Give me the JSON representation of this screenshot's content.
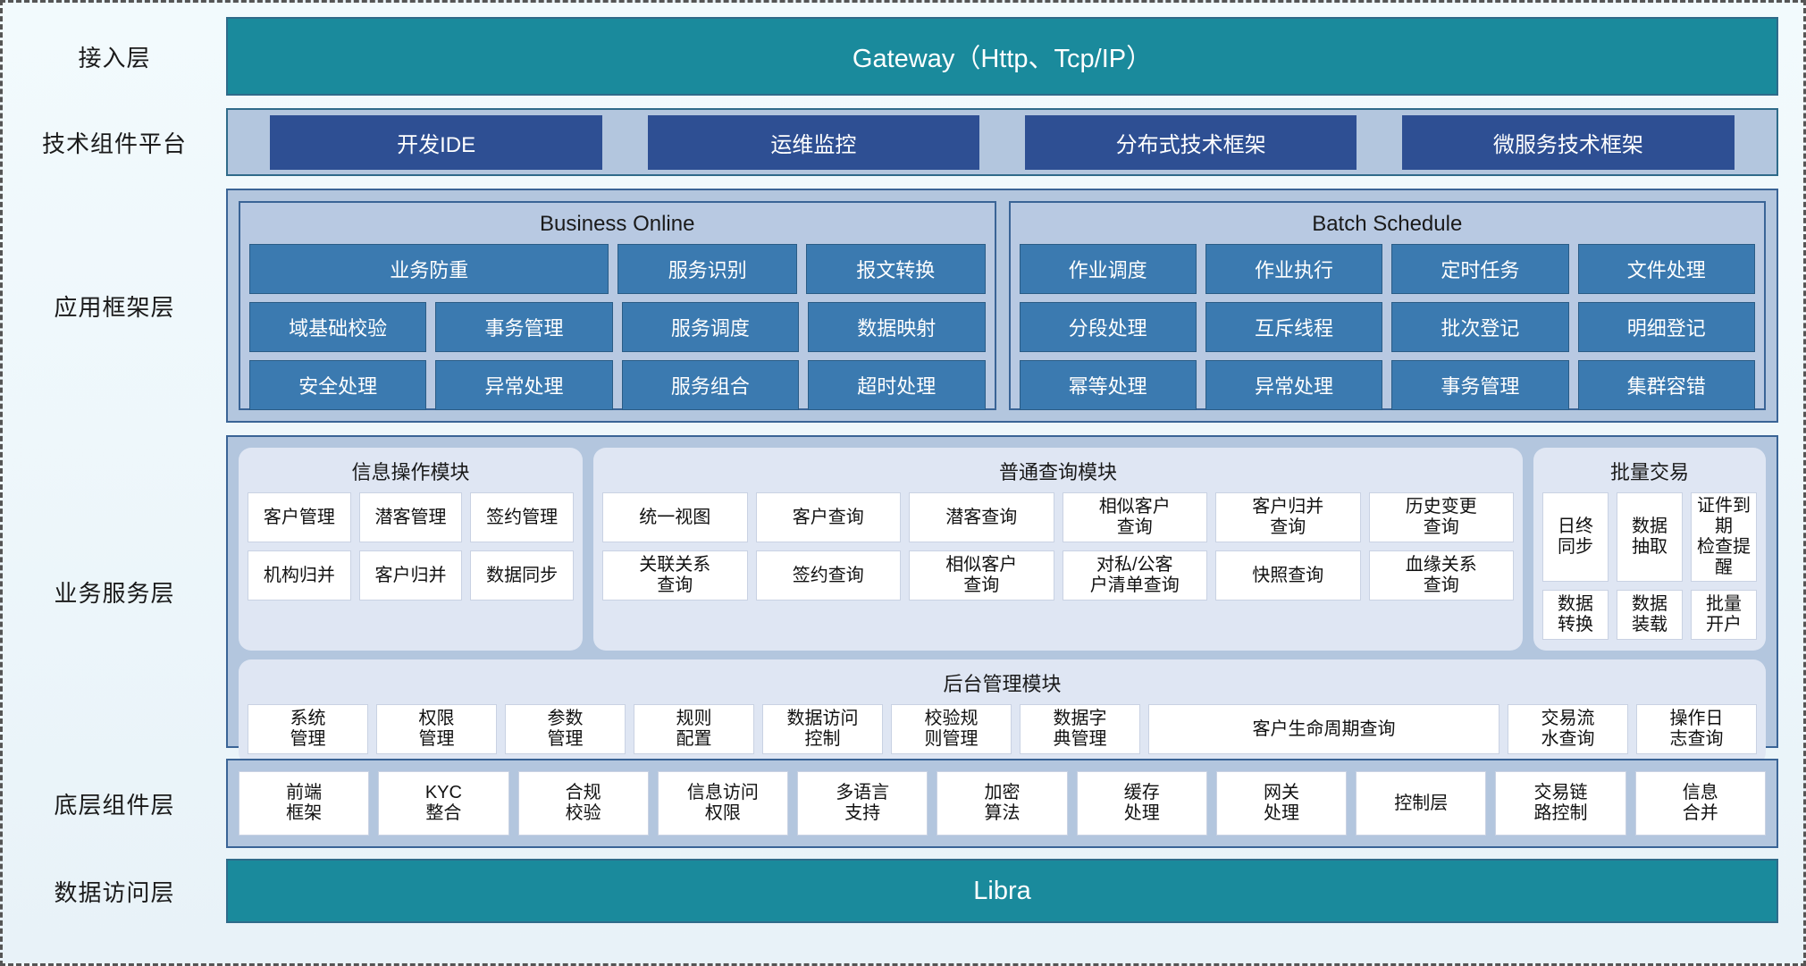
{
  "layers": {
    "access": {
      "label": "接入层",
      "bar": "Gateway（Http、Tcp/IP）"
    },
    "tech": {
      "label": "技术组件平台",
      "items": [
        "开发IDE",
        "运维监控",
        "分布式技术框架",
        "微服务技术框架"
      ]
    },
    "app_framework": {
      "label": "应用框架层",
      "panels": [
        {
          "title": "Business Online",
          "rows": [
            [
              "业务防重",
              "服务识别",
              "报文转换"
            ],
            [
              "域基础校验",
              "事务管理",
              "服务调度",
              "数据映射"
            ],
            [
              "安全处理",
              "异常处理",
              "服务组合",
              "超时处理"
            ]
          ]
        },
        {
          "title": "Batch Schedule",
          "rows": [
            [
              "作业调度",
              "作业执行",
              "定时任务",
              "文件处理"
            ],
            [
              "分段处理",
              "互斥线程",
              "批次登记",
              "明细登记"
            ],
            [
              "幂等处理",
              "异常处理",
              "事务管理",
              "集群容错"
            ]
          ]
        }
      ]
    },
    "business_service": {
      "label": "业务服务层",
      "modules": [
        {
          "title": "信息操作模块",
          "rows": [
            [
              "客户管理",
              "潜客管理",
              "签约管理"
            ],
            [
              "机构归并",
              "客户归并",
              "数据同步"
            ]
          ]
        },
        {
          "title": "普通查询模块",
          "rows": [
            [
              "统一视图",
              "客户查询",
              "潜客查询",
              "相似客户\n查询",
              "客户归并\n查询",
              "历史变更\n查询"
            ],
            [
              "关联关系\n查询",
              "签约查询",
              "相似客户\n查询",
              "对私/公客\n户清单查询",
              "快照查询",
              "血缘关系\n查询"
            ]
          ]
        },
        {
          "title": "批量交易",
          "rows": [
            [
              "日终\n同步",
              "数据\n抽取",
              "证件到期\n检查提醒"
            ],
            [
              "数据\n转换",
              "数据\n装载",
              "批量\n开户"
            ]
          ]
        }
      ],
      "admin_module": {
        "title": "后台管理模块",
        "cells": [
          "系统\n管理",
          "权限\n管理",
          "参数\n管理",
          "规则\n配置",
          "数据访问\n控制",
          "校验规\n则管理",
          "数据字\n典管理",
          "客户生命周期查询",
          "交易流\n水查询",
          "操作日\n志查询"
        ]
      }
    },
    "base_component": {
      "label": "底层组件层",
      "cells": [
        "前端\n框架",
        "KYC\n整合",
        "合规\n校验",
        "信息访问\n权限",
        "多语言\n支持",
        "加密\n算法",
        "缓存\n处理",
        "网关\n处理",
        "控制层",
        "交易链\n路控制",
        "信息\n合并"
      ]
    },
    "data_access": {
      "label": "数据访问层",
      "bar": "Libra"
    }
  },
  "colors": {
    "teal": "#1a8a9c",
    "navy": "#2e4f93",
    "panel_blue": "#b3c6de",
    "cell_blue": "#3b7ab0",
    "module_bg": "#dfe6f3"
  }
}
